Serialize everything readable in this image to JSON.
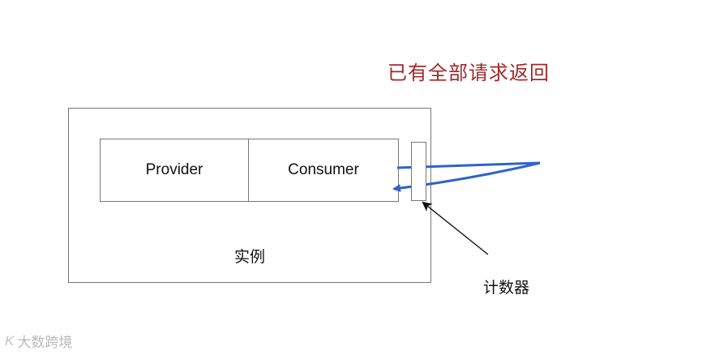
{
  "diagram": {
    "title": "已有全部请求返回",
    "instance_label": "实例",
    "provider_label": "Provider",
    "consumer_label": "Consumer",
    "counter_label": "计数器"
  },
  "watermark": {
    "logo_text": "K",
    "text": "大数跨境"
  },
  "colors": {
    "title": "#a3282a",
    "request_arrows": "#2f62cc",
    "border": "#777777"
  }
}
